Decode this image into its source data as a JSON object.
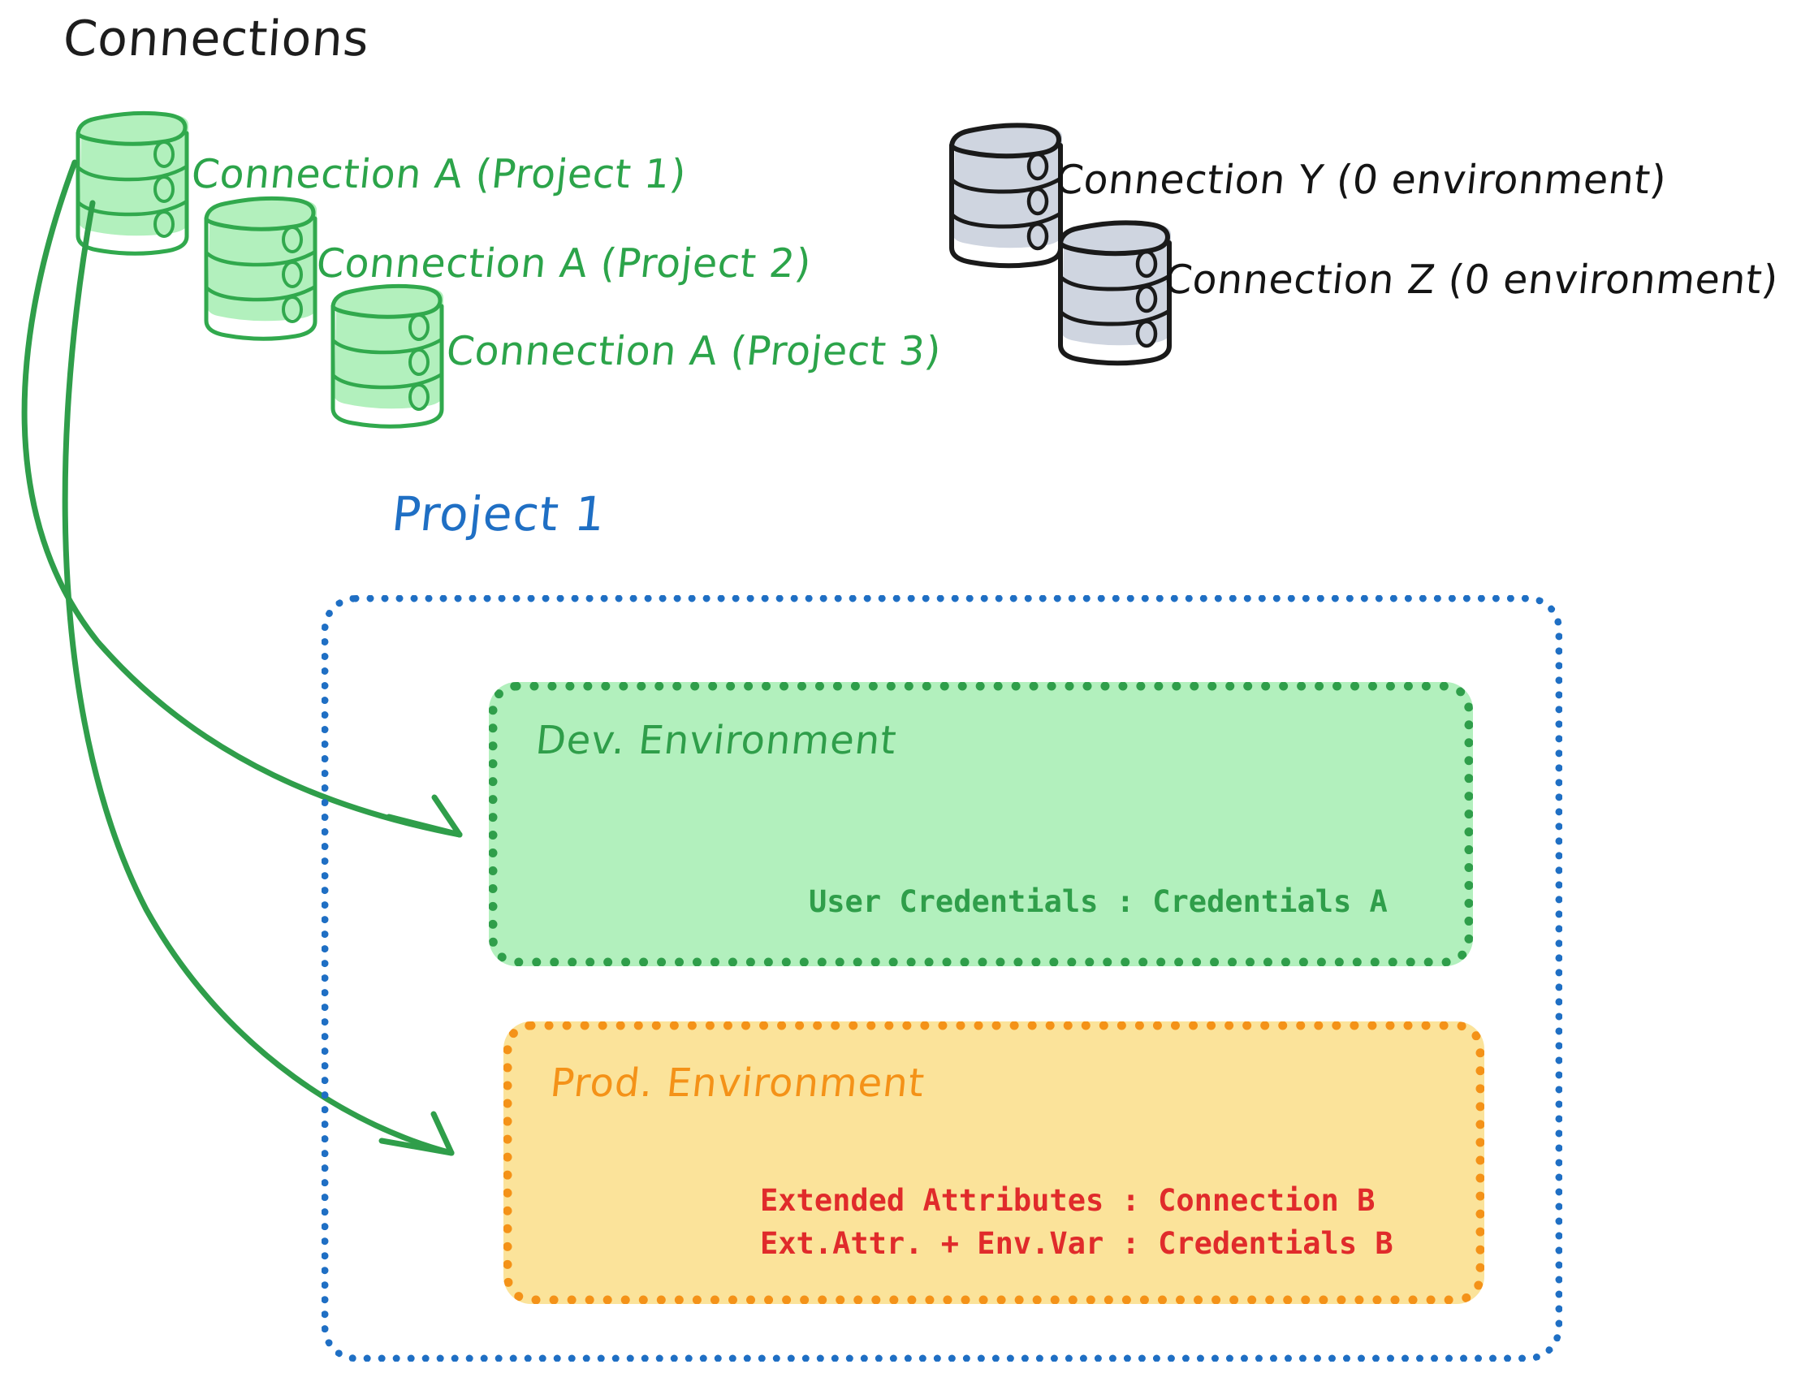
{
  "diagram": {
    "title": "Connections",
    "connections_green": [
      {
        "label": "Connection A (Project 1)",
        "icon": "database-cylinder-icon",
        "color": "#2ca44a"
      },
      {
        "label": "Connection A (Project 2)",
        "icon": "database-cylinder-icon",
        "color": "#2ca44a"
      },
      {
        "label": "Connection A (Project 3)",
        "icon": "database-cylinder-icon",
        "color": "#2ca44a"
      }
    ],
    "connections_gray": [
      {
        "label": "Connection Y (0 environment)",
        "icon": "database-cylinder-icon",
        "color": "#141414"
      },
      {
        "label": "Connection Z (0 environment)",
        "icon": "database-cylinder-icon",
        "color": "#141414"
      }
    ],
    "project": {
      "title": "Project 1",
      "border_color": "#1f6fc4",
      "environments": [
        {
          "name": "Dev. Environment",
          "border_color": "#2f9e4a",
          "fill_color": "#b2f0bd",
          "text_color": "#2f9e4a",
          "rows": [
            "User Credentials : Credentials A"
          ]
        },
        {
          "name": "Prod. Environment",
          "border_color": "#f49218",
          "fill_color": "#fbe39a",
          "text_color": "#e02b2b",
          "rows": [
            "Extended Attributes : Connection B",
            "Ext.Attr. + Env.Var : Credentials B"
          ]
        }
      ]
    },
    "arrows": [
      {
        "name": "arrow-connection-a-to-dev-environment",
        "color": "#2f9e4a"
      },
      {
        "name": "arrow-connection-a-to-prod-environment",
        "color": "#2f9e4a"
      }
    ]
  }
}
